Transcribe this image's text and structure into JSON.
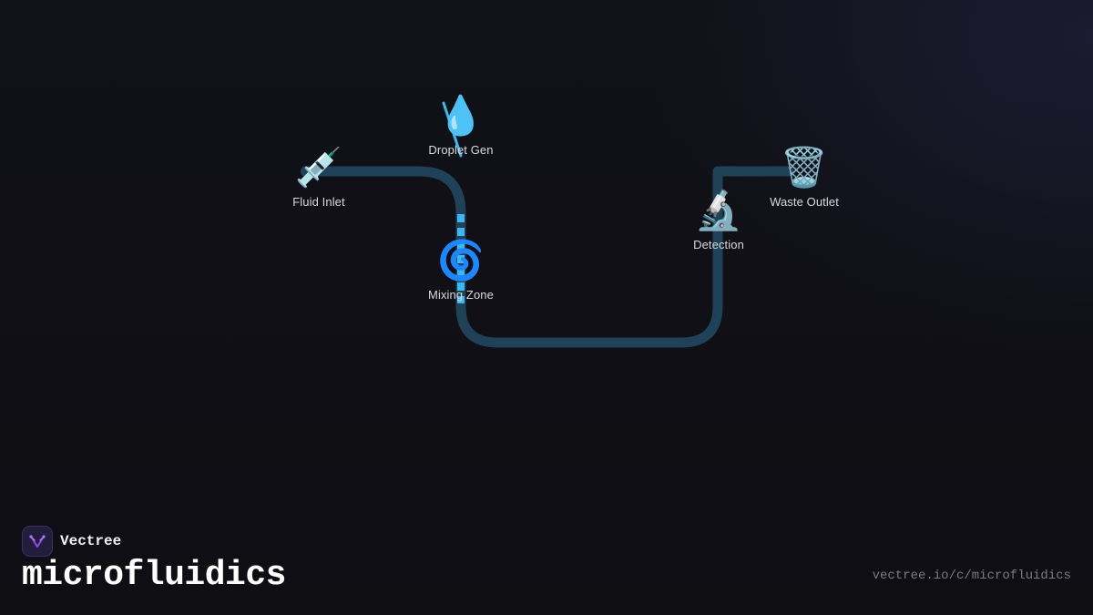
{
  "diagram": {
    "nodes": [
      {
        "id": "fluid-inlet",
        "label": "Fluid Inlet",
        "icon": "syringe-icon",
        "glyph": "💉"
      },
      {
        "id": "droplet-gen",
        "label": "Droplet Gen",
        "icon": "droplet-icon",
        "glyph": "💧"
      },
      {
        "id": "mixing-zone",
        "label": "Mixing Zone",
        "icon": "cyclone-icon",
        "glyph": "🌀"
      },
      {
        "id": "detection",
        "label": "Detection",
        "icon": "microscope-icon",
        "glyph": "🔬"
      },
      {
        "id": "waste-outlet",
        "label": "Waste Outlet",
        "icon": "wastebasket-icon",
        "glyph": "🗑️"
      }
    ],
    "channel_color": "#1f4258",
    "accent_color": "#3fb6ee"
  },
  "brand": {
    "name": "Vectree",
    "logo": "vectree-logo-icon",
    "logo_color": "#8a4fd8"
  },
  "page": {
    "title": "microfluidics",
    "url": "vectree.io/c/microfluidics"
  }
}
